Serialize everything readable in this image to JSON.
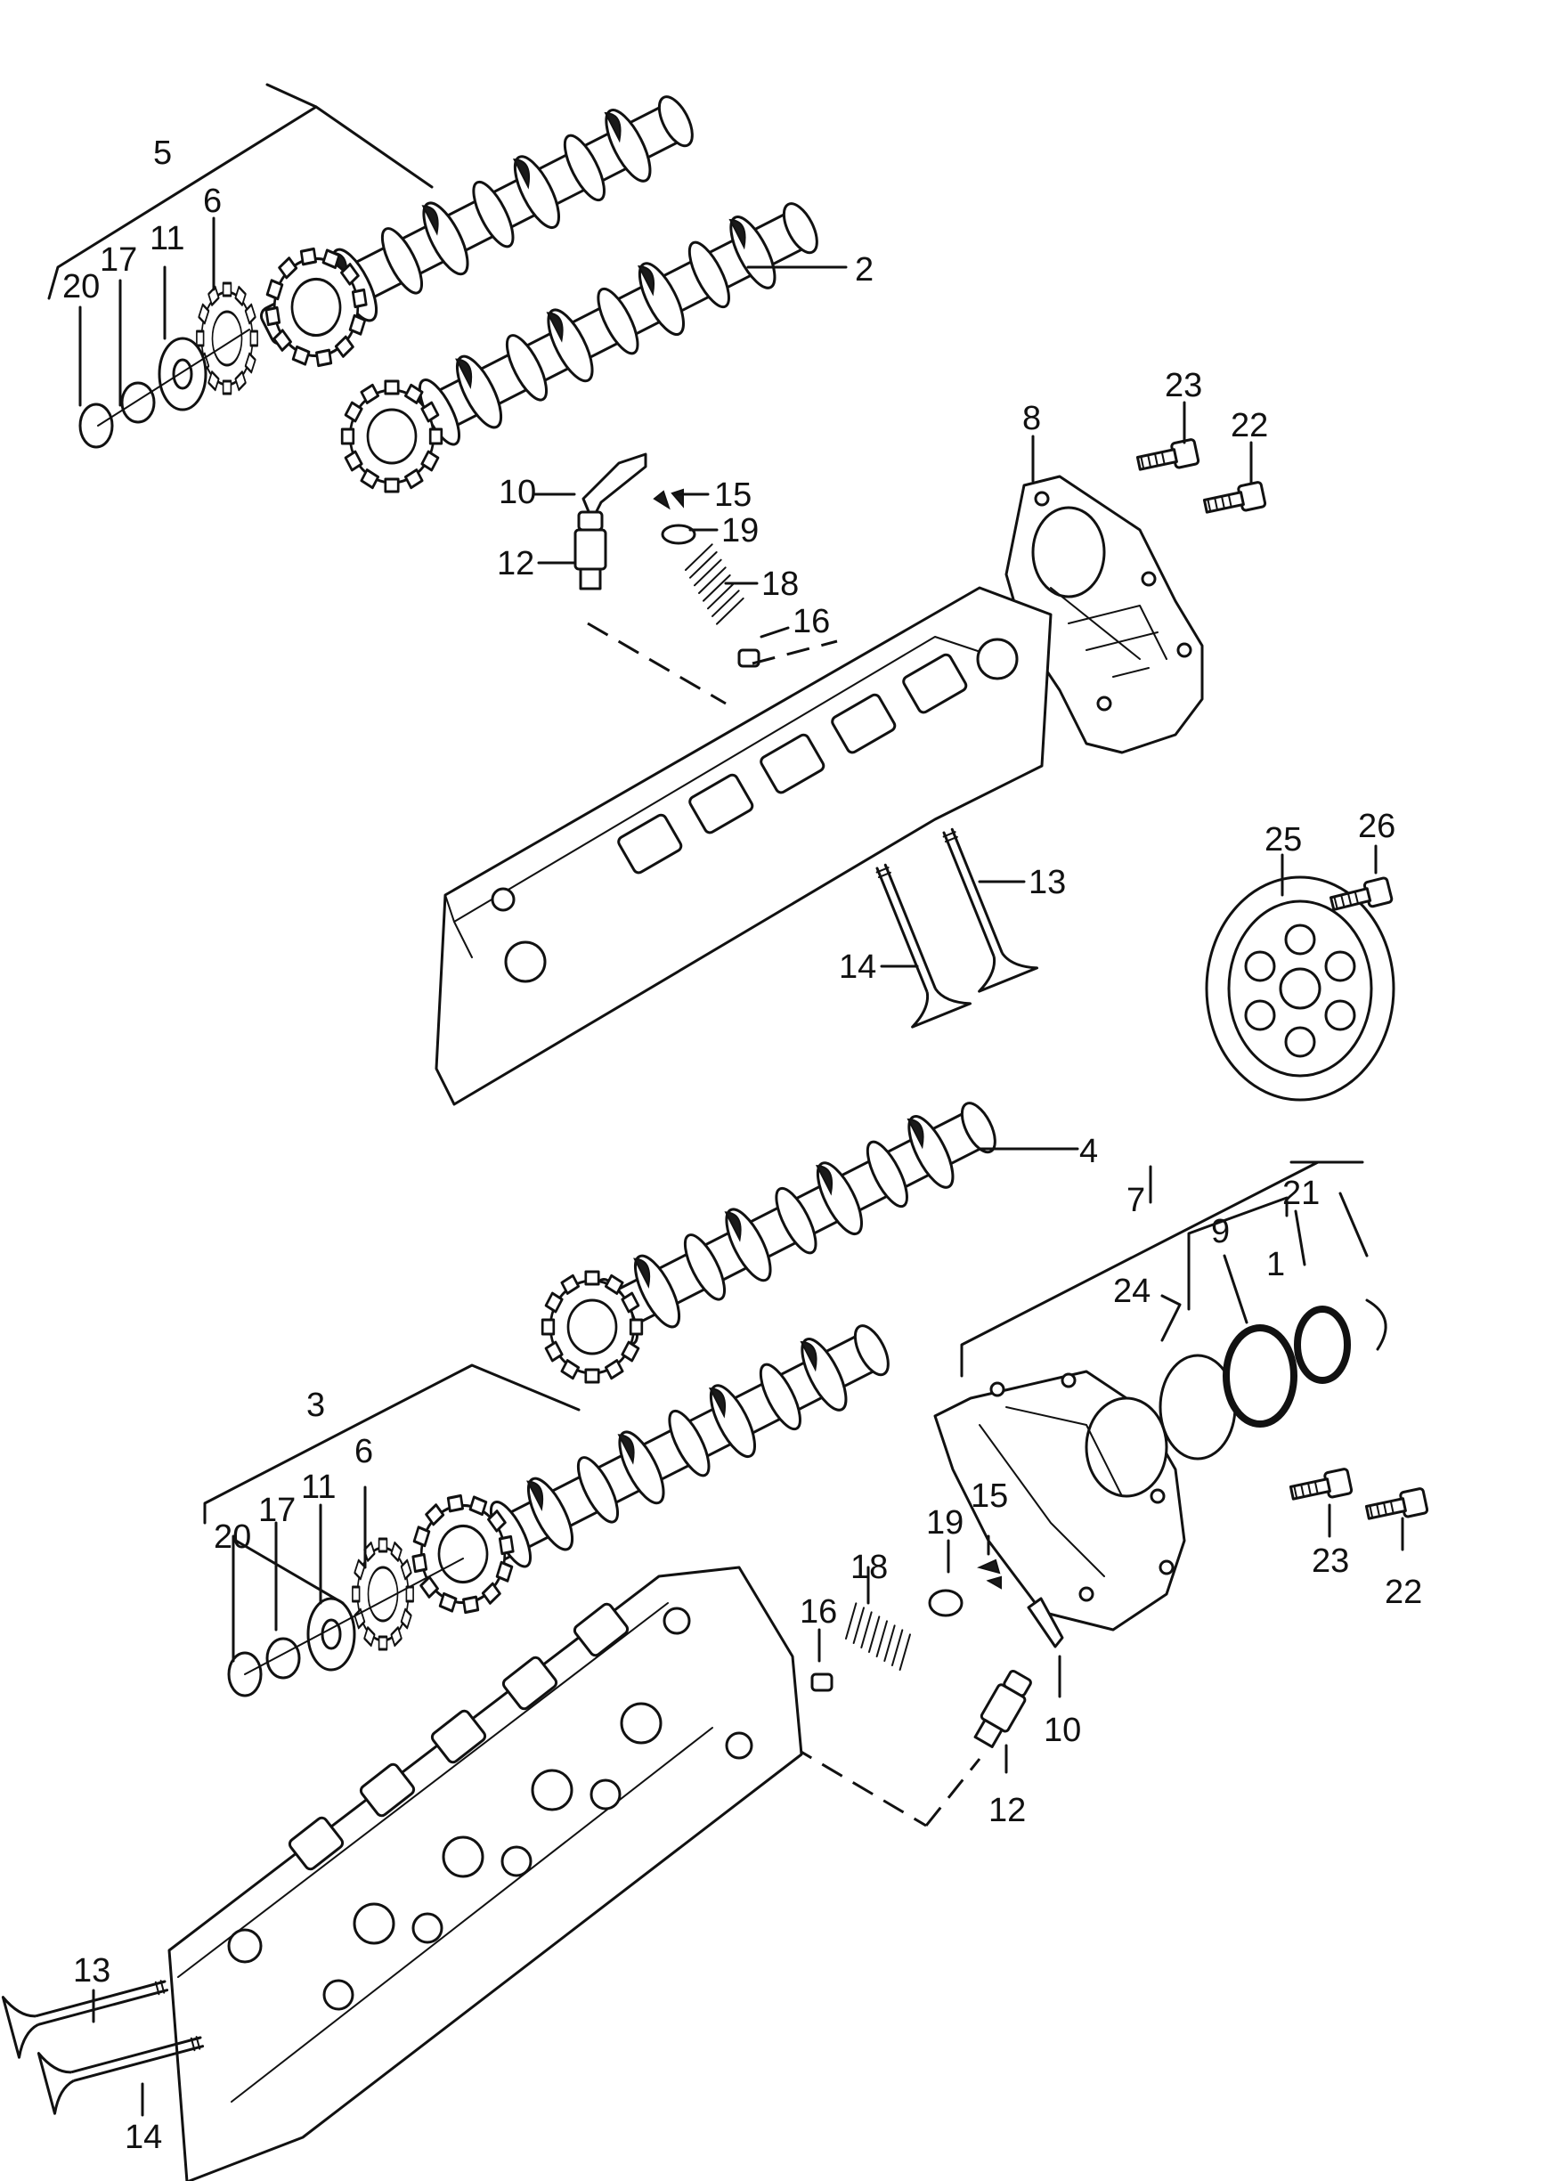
{
  "callouts": {
    "upper": {
      "c5": "5",
      "c6": "6",
      "c11": "11",
      "c17": "17",
      "c20": "20",
      "c2": "2",
      "c8": "8",
      "c23": "23",
      "c22": "22",
      "c10": "10",
      "c15": "15",
      "c19": "19",
      "c12": "12",
      "c18": "18",
      "c16": "16",
      "c13": "13",
      "c14": "14",
      "c25": "25",
      "c26": "26"
    },
    "lower": {
      "c4": "4",
      "c7": "7",
      "c21": "21",
      "c9": "9",
      "c1": "1",
      "c24": "24",
      "c3": "3",
      "c6": "6",
      "c11": "11",
      "c17": "17",
      "c20": "20",
      "c19": "19",
      "c15": "15",
      "c18": "18",
      "c16": "16",
      "c23": "23",
      "c22": "22",
      "c10": "10",
      "c12": "12",
      "c13": "13",
      "c14": "14"
    }
  },
  "parts": [
    "camshaft",
    "camshaft-sprocket",
    "cam-adjuster-ring",
    "washer",
    "circlip",
    "end-cover",
    "bolt",
    "rocker-arm",
    "hydraulic-lifter",
    "valve-keepers",
    "spring-retainer",
    "valve-spring",
    "valve-stem-seal",
    "valve",
    "cylinder-head",
    "toothed-belt-pulley",
    "oil-seal",
    "o-ring",
    "retaining-ring"
  ]
}
